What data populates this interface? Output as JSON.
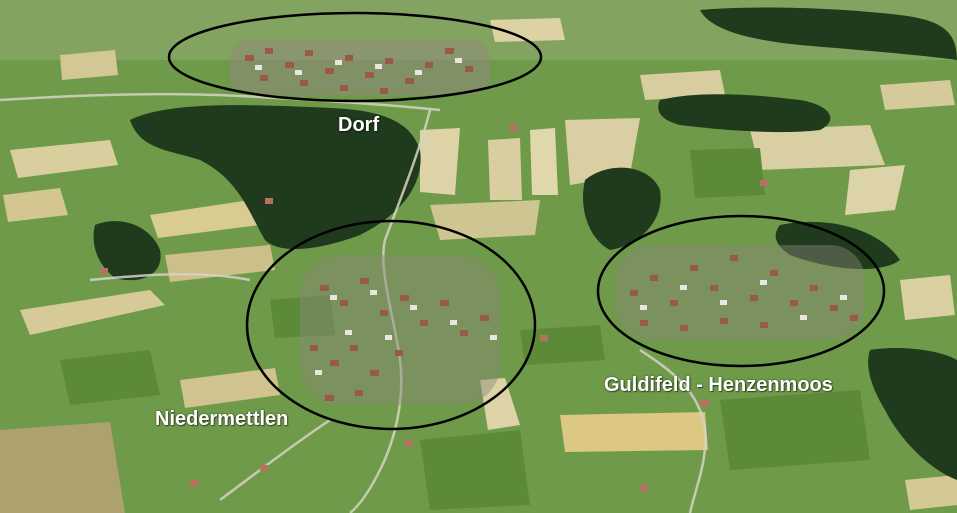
{
  "photo": {
    "kind": "aerial-landscape-photo",
    "ground_color": "#6f9a4a",
    "forest_color": "#1f3a1d",
    "field_light_color": "#d9cf9e",
    "roof_color": "#9a5a48",
    "outline_color": "#000000",
    "label_color": "#ffffff"
  },
  "areas": [
    {
      "id": "dorf",
      "label": "Dorf"
    },
    {
      "id": "niedermettlen",
      "label": "Niedermettlen"
    },
    {
      "id": "guldifeld",
      "label": "Guldifeld - Henzenmoos"
    }
  ]
}
